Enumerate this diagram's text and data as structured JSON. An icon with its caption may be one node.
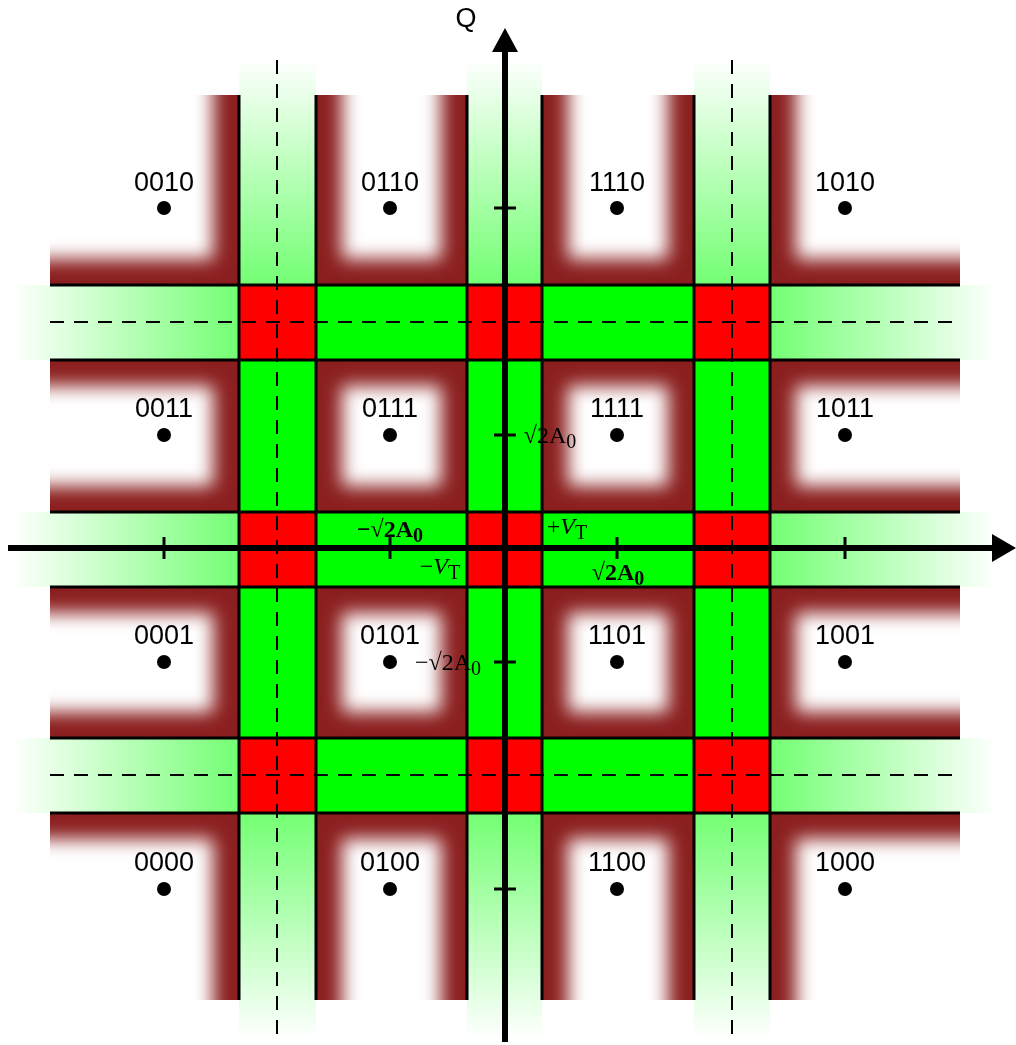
{
  "diagram": {
    "labels": [
      "Q",
      "0010",
      "0110",
      "1110",
      "1010",
      "0011",
      "0111",
      "1111",
      "1011",
      "√2A$_{0}$",
      "−√2A$_{0}$",
      "+*V*$_{T}$",
      "−*V*$_{T}$",
      "√2A$_{0}$",
      "0001",
      "0101",
      "1101",
      "1001",
      "−√2A$_{0}$",
      "0000",
      "0100",
      "1100",
      "1000"
    ]
  }
}
